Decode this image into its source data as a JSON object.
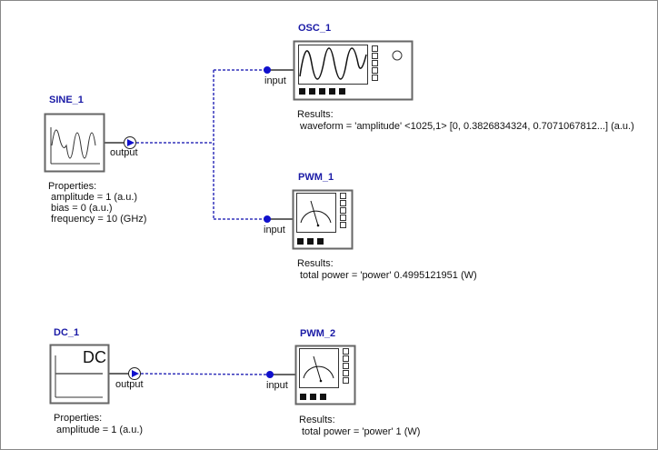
{
  "colors": {
    "link": "#3333bb",
    "port": "#1010cc",
    "label": "#1a1aa6",
    "box": "#555555"
  },
  "blocks": {
    "sine": {
      "name": "SINE_1",
      "port": "output",
      "props_title": "Properties:",
      "props": [
        "amplitude = 1 (a.u.)",
        "bias = 0 (a.u.)",
        "frequency = 10 (GHz)"
      ]
    },
    "osc": {
      "name": "OSC_1",
      "port": "input",
      "results_title": "Results:",
      "results": [
        "waveform = 'amplitude' <1025,1> [0, 0.3826834324, 0.7071067812...] (a.u.)"
      ]
    },
    "pwm1": {
      "name": "PWM_1",
      "port": "input",
      "results_title": "Results:",
      "results": [
        "total power = 'power' 0.4995121951 (W)"
      ]
    },
    "dc": {
      "name": "DC_1",
      "icon_text": "DC",
      "port": "output",
      "props_title": "Properties:",
      "props": [
        "amplitude = 1 (a.u.)"
      ]
    },
    "pwm2": {
      "name": "PWM_2",
      "port": "input",
      "results_title": "Results:",
      "results": [
        "total power = 'power' 1 (W)"
      ]
    }
  }
}
